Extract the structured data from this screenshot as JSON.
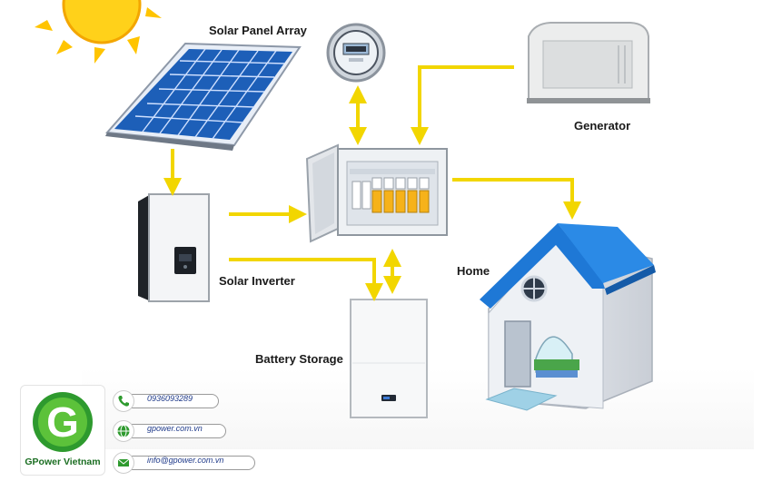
{
  "diagram": {
    "labels": {
      "solar_panel": "Solar Panel Array",
      "generator": "Generator",
      "solar_inverter": "Solar Inverter",
      "home": "Home",
      "battery": "Battery Storage"
    }
  },
  "brand": {
    "name": "GPower Vietnam",
    "logo_letter": "G",
    "phone": "0936093289",
    "website": "gpower.com.vn",
    "email": "info@gpower.com.vn"
  },
  "colors": {
    "arrow": "#f2d600",
    "sun": "#f7c800",
    "panel": "#1d5fb8",
    "roof": "#1e78d6",
    "brand_green": "#2e9a2e"
  },
  "icons": [
    "phone-icon",
    "globe-icon",
    "mail-icon"
  ]
}
